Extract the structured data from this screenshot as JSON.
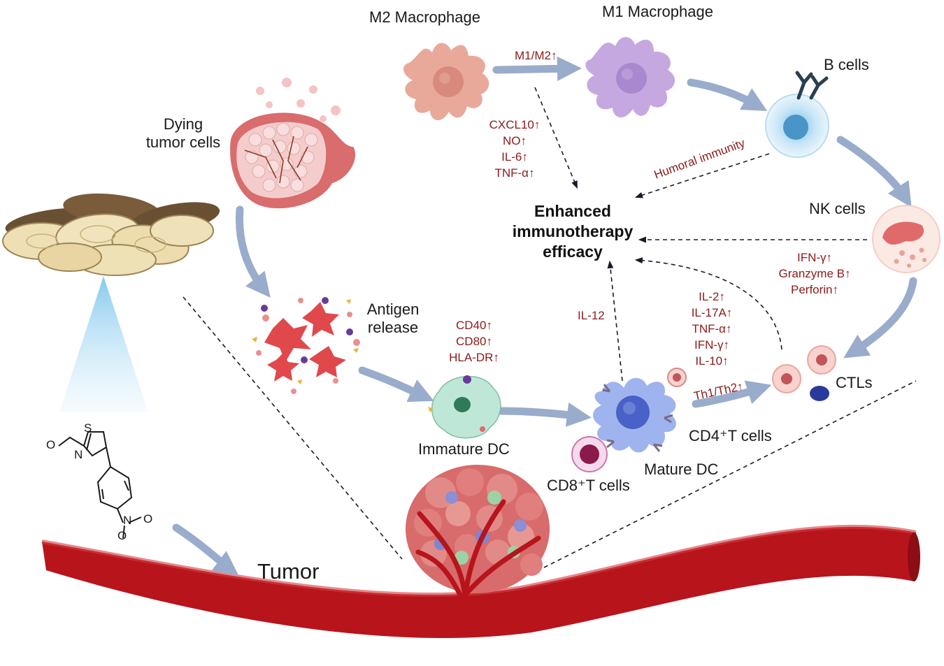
{
  "labels": {
    "m2": "M2 Macrophage",
    "m1": "M1 Macrophage",
    "b_cells": "B cells",
    "dying_1": "Dying",
    "dying_2": "tumor cells",
    "nk_cells": "NK cells",
    "antigen_1": "Antigen",
    "antigen_2": "release",
    "immature_dc": "Immature DC",
    "mature_dc": "Mature DC",
    "cd4": "CD4⁺T cells",
    "cd8": "CD8⁺T cells",
    "ctls": "CTLs",
    "tumor": "Tumor"
  },
  "center": [
    "Enhanced",
    "immunotherapy",
    "efficacy"
  ],
  "markers": {
    "m1m2": "M1/M2↑",
    "macrophage": [
      "CXCL10↑",
      "NO↑",
      "IL-6↑",
      "TNF-α↑"
    ],
    "humoral": "Humoral immunity",
    "nk": [
      "IFN-γ↑",
      "Granzyme B↑",
      "Perforin↑"
    ],
    "dc": [
      "CD40↑",
      "CD80↑",
      "HLA-DR↑"
    ],
    "il12": "IL-12",
    "tcell": [
      "IL-2↑",
      "IL-17A↑",
      "TNF-α↑",
      "IFN-γ↑",
      "IL-10↑"
    ],
    "th": "Th1/Th2↑"
  },
  "chem": {
    "o": "O",
    "s": "S",
    "n": "N",
    "nitro_n": "N",
    "nitro_o1": "O",
    "nitro_o2": "O"
  },
  "colors": {
    "arrow": "#9aaccb",
    "vessel": "#b8141c",
    "marker_text": "#8b1a1a",
    "m2_cell": "#e8a99a",
    "m1_cell": "#c6a8e0",
    "dc_cell": "#9fb3ee",
    "immature_dc_cell": "#bfe7d8"
  }
}
